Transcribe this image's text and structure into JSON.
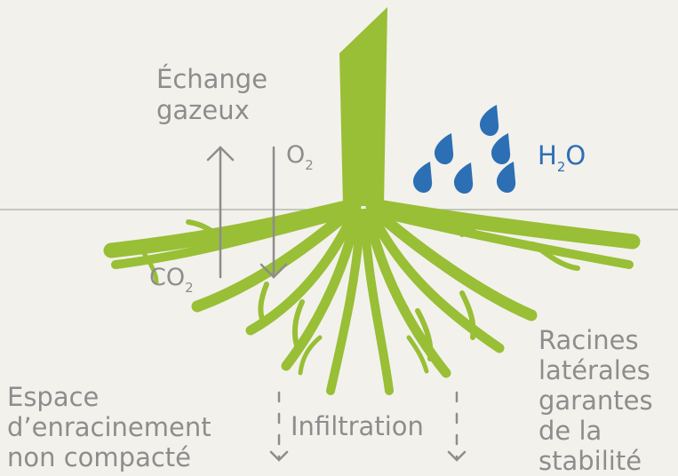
{
  "colors": {
    "background": "#f3f1ec",
    "plant_green": "#98bf35",
    "water_blue": "#2c6fb5",
    "label_gray": "#8d8d8d",
    "ground_line": "#b8b8b0"
  },
  "icons": [
    "up-arrow-icon",
    "down-arrow-icon",
    "water-drop-icon",
    "dashed-down-arrow-icon"
  ],
  "labels": {
    "gas_exchange": [
      "Échange",
      "gazeux"
    ],
    "o2": {
      "base": "O",
      "sub": "2"
    },
    "co2": {
      "base": "CO",
      "sub": "2"
    },
    "h2o": {
      "pre": "H",
      "sub": "2",
      "post": "O"
    },
    "soil_space": [
      "Espace",
      "d’enracinement",
      "non compacté"
    ],
    "infiltration": "Infiltration",
    "lateral_roots": [
      "Racines",
      "latérales",
      "garantes",
      "de la",
      "stabilité"
    ]
  }
}
